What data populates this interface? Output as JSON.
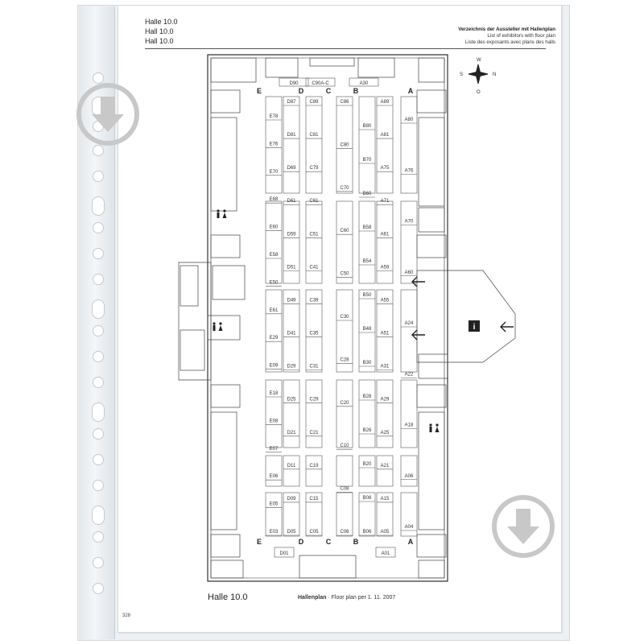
{
  "header": {
    "title_de": "Halle 10.0",
    "title_en": "Hall 10.0",
    "title_fr": "Hall 10.0",
    "subtitle_de": "Verzeichnis der Aussteller mit Hallenplan",
    "subtitle_en": "List of exhibitors with floor plan",
    "subtitle_fr": "Liste des exposants avec plans des halls"
  },
  "compass": {
    "n": "N",
    "s": "S",
    "w": "W",
    "o": "O"
  },
  "columns": [
    "E",
    "D",
    "C",
    "B",
    "A"
  ],
  "booths": {
    "top": [
      "D90",
      "C90A-C",
      "A30"
    ],
    "col_e": [
      "E78",
      "E76",
      "E70",
      "E68",
      "E60",
      "E58",
      "E50",
      "E61",
      "E29",
      "E09",
      "E18",
      "E08",
      "E07",
      "E06",
      "E05",
      "E03"
    ],
    "col_d": [
      "D87",
      "D81",
      "D69",
      "D61",
      "D59",
      "D51",
      "D49",
      "D41",
      "D29",
      "D25",
      "D21",
      "D11",
      "D09",
      "D05"
    ],
    "col_c": [
      "C89",
      "C81",
      "C79",
      "C61",
      "C51",
      "C41",
      "C39",
      "C35",
      "C31",
      "C29",
      "C21",
      "C19",
      "C15",
      "C05"
    ],
    "col_cb": [
      "C86",
      "C80",
      "C70",
      "C60",
      "C50",
      "C30",
      "C28",
      "C20",
      "C10",
      "C08",
      "C06"
    ],
    "col_b": [
      "B80",
      "B70",
      "B60",
      "B58",
      "B54",
      "B50",
      "B48",
      "B30",
      "B28",
      "B26",
      "B20",
      "B08",
      "B06"
    ],
    "col_a": [
      "A89",
      "A81",
      "A75",
      "A71",
      "A61",
      "A59",
      "A55",
      "A51",
      "A31",
      "A29",
      "A25",
      "A21",
      "A15",
      "A05"
    ],
    "col_a_outer": [
      "A80",
      "A76",
      "A70",
      "A60",
      "A24",
      "A22",
      "A18",
      "A06",
      "A04"
    ],
    "bottom": [
      "D01",
      "A01"
    ]
  },
  "footer": {
    "hall": "Halle 10.0",
    "plan_label": "Hallenplan",
    "plan_date": "· Floor plan per 1. 11. 2007",
    "page_number": "328"
  },
  "colors": {
    "sleeve": "#eef1f3",
    "page": "#ffffff",
    "lines": "#333333",
    "watermark": "#c8c8c8"
  },
  "icons": [
    "restroom-icon",
    "info-icon",
    "arrow-left-icon",
    "compass-icon",
    "download-watermark-icon"
  ]
}
